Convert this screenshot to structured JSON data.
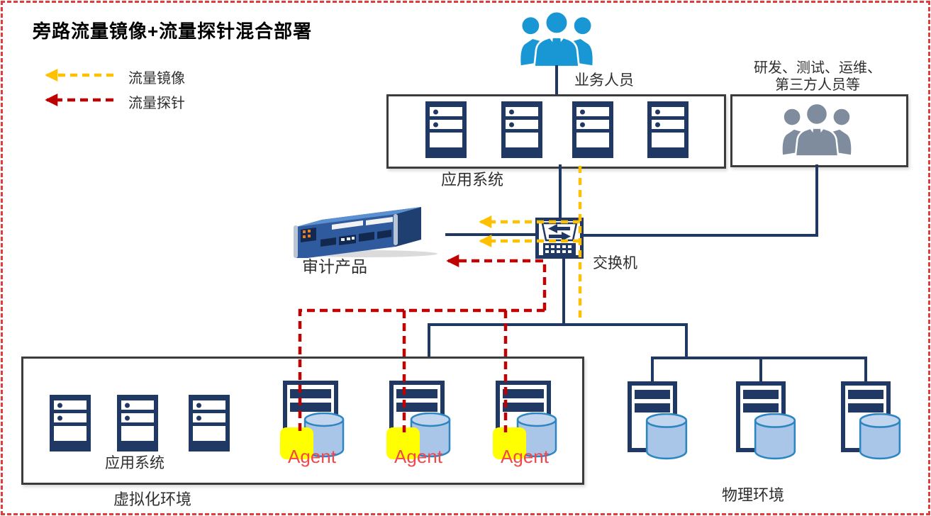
{
  "title": "旁路流量镜像+流量探针混合部署",
  "legend": {
    "mirror": {
      "label": "流量镜像",
      "color": "#FFC000"
    },
    "probe": {
      "label": "流量探针",
      "color": "#C00000"
    }
  },
  "nodes": {
    "business_users": {
      "label": "业务人员"
    },
    "external_users": {
      "line1": "研发、测试、运维、",
      "line2": "第三方人员等"
    },
    "app_system": {
      "label": "应用系统"
    },
    "audit_product": {
      "label": "审计产品"
    },
    "switch": {
      "label": "交换机"
    },
    "virtualization": {
      "label": "虚拟化环境",
      "app_system_label": "应用系统",
      "agent_label": "Agent"
    },
    "physical": {
      "label": "物理环境"
    }
  },
  "colors": {
    "navy": "#1F3864",
    "mirror_yellow": "#FFC000",
    "probe_red": "#C00000",
    "people_blue": "#1897D4",
    "people_gray": "#7E8C9E",
    "cylinder_blue": "#A9C5E8",
    "agent_yellow": "#FFFF00",
    "agent_text_red": "#F4474D",
    "frame_red": "#E23C3C"
  }
}
